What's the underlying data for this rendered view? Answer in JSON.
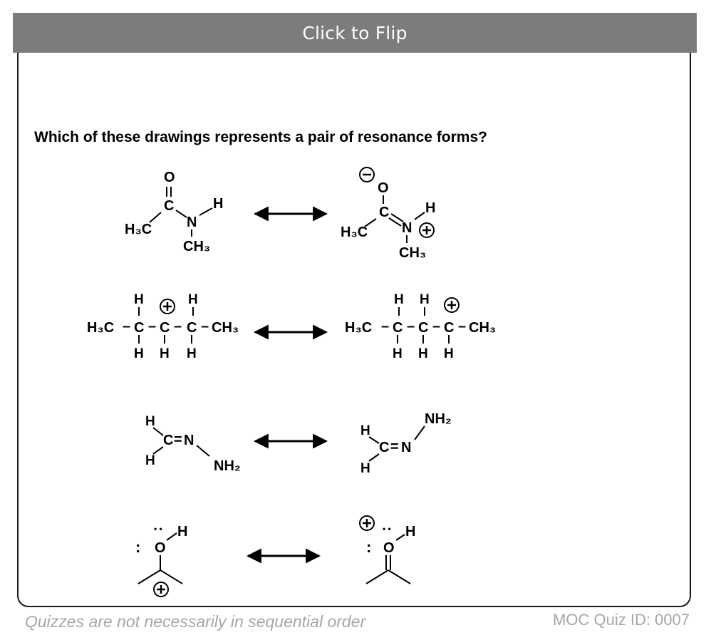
{
  "flip_bar": {
    "label": "Click to Flip"
  },
  "question": "Which of these drawings represents a pair of resonance forms?",
  "footer": {
    "note": "Quizzes are not necessarily in sequential order",
    "quiz_id": "MOC Quiz ID: 0007"
  },
  "atoms": {
    "O": "O",
    "C": "C",
    "N": "N",
    "H": "H",
    "H3C": "H₃C",
    "CH3": "CH₃",
    "NH2": "NH₂",
    "minus": "−",
    "plus": "+",
    "dash": "–",
    "eq": "=",
    "lone_pair": "• •",
    "colon": ":"
  },
  "colors": {
    "bar": "#7c7c7c",
    "footer_text": "#a7a7a7",
    "ink": "#000000"
  },
  "icons": [
    "double-headed-arrow-icon",
    "plus-charge-icon",
    "minus-charge-icon"
  ]
}
